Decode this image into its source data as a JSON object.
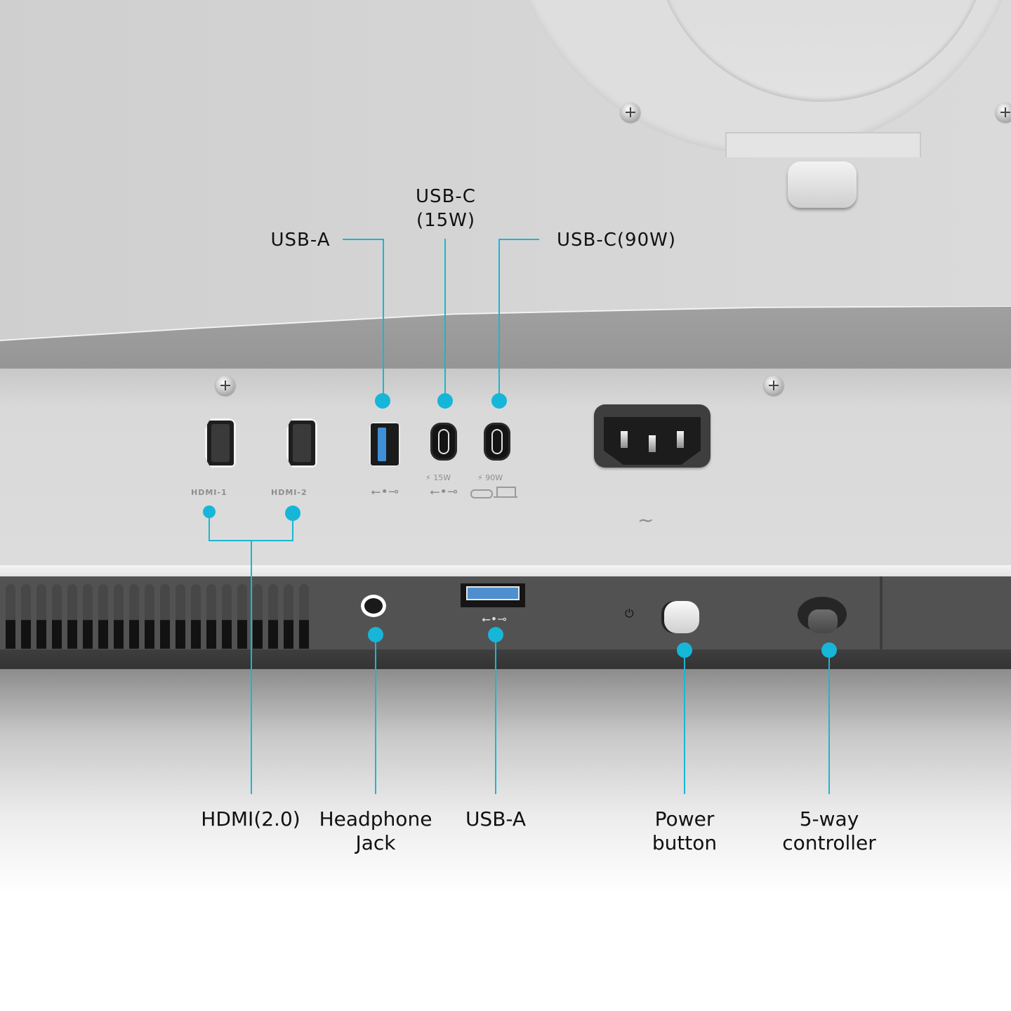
{
  "image": {
    "title": "Monitor rear I/O port diagram",
    "accent_color": "#16b6d9",
    "text_color": "#111111"
  },
  "rear_panel": {
    "ports": [
      {
        "id": "hdmi-1",
        "engraving": "HDMI-1"
      },
      {
        "id": "hdmi-2",
        "engraving": "HDMI-2"
      },
      {
        "id": "usb-a-rear",
        "engraving": "⭠USB symbol"
      },
      {
        "id": "usb-c-15w",
        "engraving": "⚡ 15W",
        "symbol": "USB symbol"
      },
      {
        "id": "usb-c-90w",
        "engraving": "⚡ 90W",
        "symbol": "USB-C + laptop symbol"
      },
      {
        "id": "ac-power",
        "engraving": "~"
      }
    ],
    "engravings": {
      "hdmi1": "HDMI-1",
      "hdmi2": "HDMI-2",
      "usb15": "⚡ 15W",
      "usb90": "⚡ 90W",
      "ac": "~",
      "usb_sym": "⭠•⊸",
      "power_sym": "⏻"
    }
  },
  "callouts": {
    "top": [
      {
        "id": "usb-a-top",
        "label": "USB-A"
      },
      {
        "id": "usb-c-15w",
        "label": "USB-C\n(15W)"
      },
      {
        "id": "usb-c-90w",
        "label": "USB-C(90W)"
      }
    ],
    "bottom": [
      {
        "id": "hdmi",
        "label": "HDMI(2.0)"
      },
      {
        "id": "headphone",
        "label": "Headphone\nJack"
      },
      {
        "id": "usb-a-bottom",
        "label": "USB-A"
      },
      {
        "id": "power",
        "label": "Power\nbutton"
      },
      {
        "id": "controller",
        "label": "5-way\ncontroller"
      }
    ]
  }
}
